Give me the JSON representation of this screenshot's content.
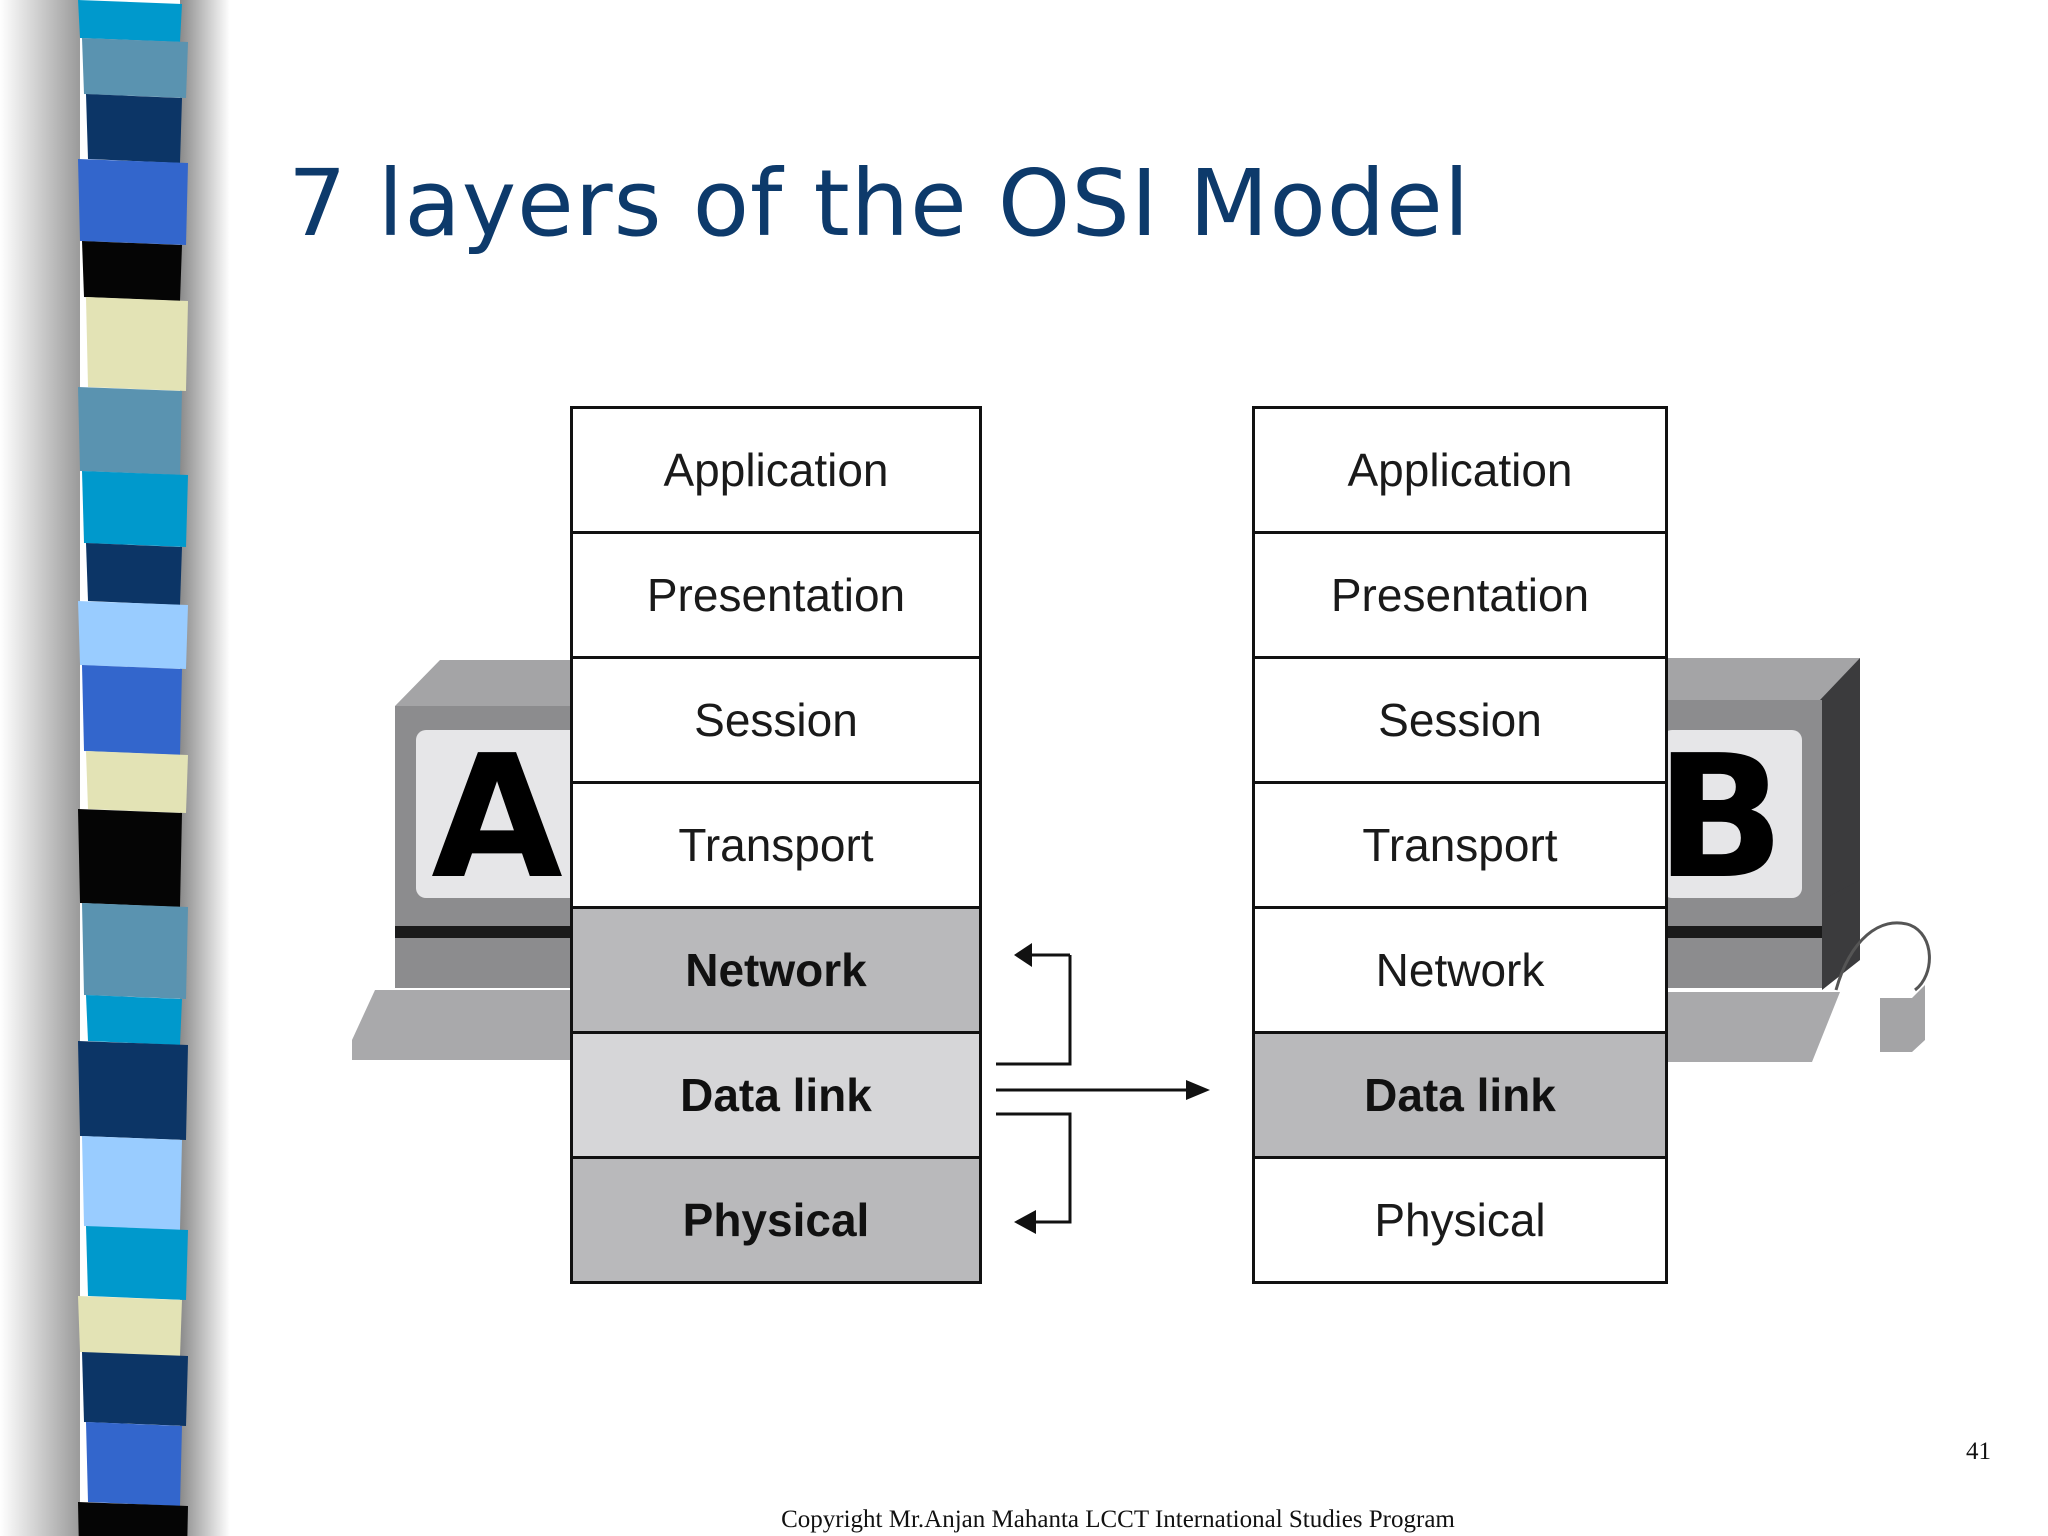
{
  "slide": {
    "title": "7 layers of the OSI Model",
    "copyright": "Copyright Mr.Anjan Mahanta LCCT International Studies Program",
    "page_number": "41"
  },
  "diagram": {
    "computer_a": {
      "label": "A",
      "layers": [
        {
          "name": "Application",
          "highlight": "none"
        },
        {
          "name": "Presentation",
          "highlight": "none"
        },
        {
          "name": "Session",
          "highlight": "none"
        },
        {
          "name": "Transport",
          "highlight": "none"
        },
        {
          "name": "Network",
          "highlight": "dark"
        },
        {
          "name": "Data link",
          "highlight": "light"
        },
        {
          "name": "Physical",
          "highlight": "dark"
        }
      ]
    },
    "computer_b": {
      "label": "B",
      "layers": [
        {
          "name": "Application",
          "highlight": "none"
        },
        {
          "name": "Presentation",
          "highlight": "none"
        },
        {
          "name": "Session",
          "highlight": "none"
        },
        {
          "name": "Transport",
          "highlight": "none"
        },
        {
          "name": "Network",
          "highlight": "none"
        },
        {
          "name": "Data link",
          "highlight": "dark"
        },
        {
          "name": "Physical",
          "highlight": "none"
        }
      ]
    }
  },
  "colors": {
    "title": "#0d3a6b",
    "highlight_dark": "#b9b9bb",
    "highlight_light": "#d6d6d8"
  }
}
